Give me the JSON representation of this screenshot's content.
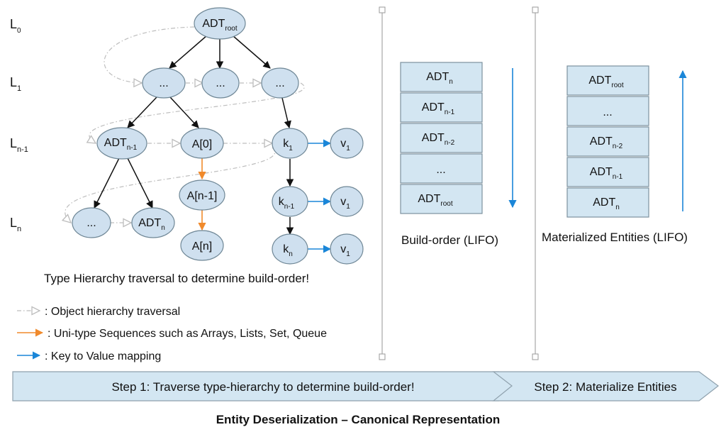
{
  "levels": [
    {
      "main": "L",
      "sub": "0"
    },
    {
      "main": "L",
      "sub": "1"
    },
    {
      "main": "L",
      "sub": "n-1"
    },
    {
      "main": "L",
      "sub": "n"
    }
  ],
  "nodes": {
    "adt_root": {
      "main": "ADT",
      "sub": "root"
    },
    "l1_a": {
      "main": "..."
    },
    "l1_b": {
      "main": "..."
    },
    "l1_c": {
      "main": "..."
    },
    "adt_n1": {
      "main": "ADT",
      "sub": "n-1"
    },
    "a0": {
      "main": "A[0]"
    },
    "k1": {
      "main": "k",
      "sub": "1"
    },
    "v1_a": {
      "main": "v",
      "sub": "1"
    },
    "an1": {
      "main": "A[n-1]"
    },
    "kn1": {
      "main": "k",
      "sub": "n-1"
    },
    "v1_b": {
      "main": "v",
      "sub": "1"
    },
    "ln_dots": {
      "main": "..."
    },
    "adt_n": {
      "main": "ADT",
      "sub": "n"
    },
    "an": {
      "main": "A[n]"
    },
    "kn": {
      "main": "k",
      "sub": "n"
    },
    "v1_c": {
      "main": "v",
      "sub": "1"
    }
  },
  "hierarchy_caption": "Type Hierarchy traversal to determine build-order!",
  "legend": [
    {
      "icon": "dashed-arrow-icon",
      "text": ": Object hierarchy traversal"
    },
    {
      "icon": "orange-arrow-icon",
      "text": ": Uni-type Sequences such as Arrays, Lists, Set, Queue"
    },
    {
      "icon": "blue-arrow-icon",
      "text": ": Key to Value mapping"
    }
  ],
  "build_order": {
    "caption": "Build-order (LIFO)",
    "items": [
      {
        "main": "ADT",
        "sub": "n"
      },
      {
        "main": "ADT",
        "sub": "n-1"
      },
      {
        "main": "ADT",
        "sub": "n-2"
      },
      {
        "main": "..."
      },
      {
        "main": "ADT",
        "sub": "root"
      }
    ]
  },
  "materialized": {
    "caption": "Materialized Entities (LIFO)",
    "items": [
      {
        "main": "ADT",
        "sub": "root"
      },
      {
        "main": "..."
      },
      {
        "main": "ADT",
        "sub": "n-2"
      },
      {
        "main": "ADT",
        "sub": "n-1"
      },
      {
        "main": "ADT",
        "sub": "n"
      }
    ]
  },
  "steps": [
    {
      "label": "Step 1: Traverse type-hierarchy to determine build-order!"
    },
    {
      "label": "Step 2: Materialize Entities"
    }
  ],
  "title": "Entity Deserialization – Canonical Representation",
  "colors": {
    "node_fill": "#cfe0ef",
    "box_fill": "#d3e6f2",
    "orange": "#f08a2c",
    "blue": "#1a86d8",
    "traversal": "#bdbdbd"
  }
}
